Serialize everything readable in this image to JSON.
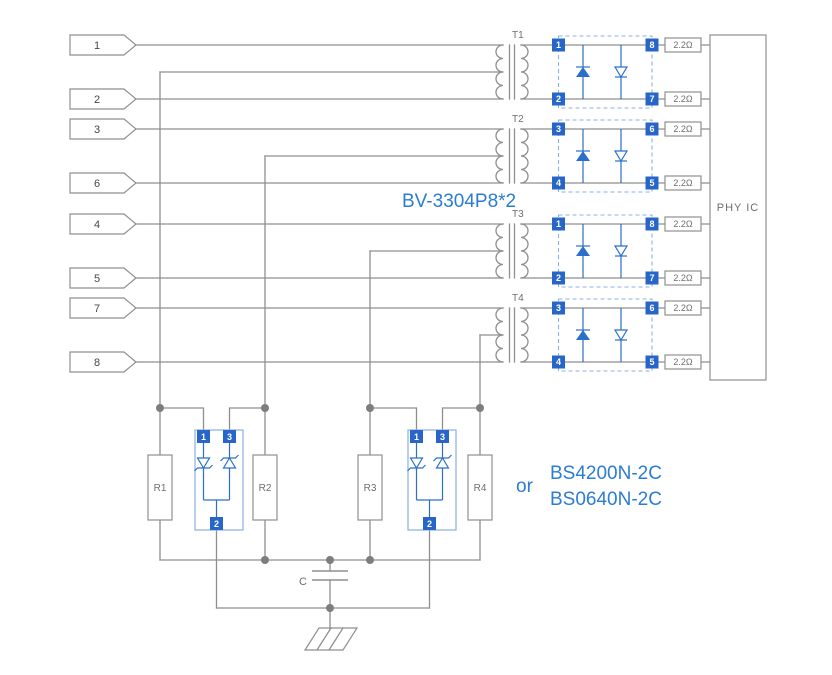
{
  "colors": {
    "accent_blue": "#2a6fc9",
    "part_label_blue": "#2b7cd3",
    "wire_gray": "#8f8f8f",
    "text_gray": "#6e6e6e"
  },
  "connector": {
    "pins": [
      "1",
      "2",
      "3",
      "6",
      "4",
      "5",
      "7",
      "8"
    ]
  },
  "transformers": [
    "T1",
    "T2",
    "T3",
    "T4"
  ],
  "diode_array": {
    "part_label": "BV-3304P8*2",
    "boxes": [
      {
        "left_pins": [
          "1",
          "2"
        ],
        "right_pins": [
          "8",
          "7"
        ]
      },
      {
        "left_pins": [
          "3",
          "4"
        ],
        "right_pins": [
          "6",
          "5"
        ]
      },
      {
        "left_pins": [
          "1",
          "2"
        ],
        "right_pins": [
          "8",
          "7"
        ]
      },
      {
        "left_pins": [
          "3",
          "4"
        ],
        "right_pins": [
          "6",
          "5"
        ]
      }
    ]
  },
  "series_resistors": [
    "2.2Ω",
    "2.2Ω",
    "2.2Ω",
    "2.2Ω",
    "2.2Ω",
    "2.2Ω",
    "2.2Ω",
    "2.2Ω"
  ],
  "phy": {
    "label": "PHY IC"
  },
  "termination_resistors": [
    "R1",
    "R2",
    "R3",
    "R4"
  ],
  "tvs": {
    "or_label": "or",
    "part_numbers": [
      "BS4200N-2C",
      "BS0640N-2C"
    ],
    "boxes": [
      {
        "top_pins": [
          "1",
          "3"
        ],
        "bottom_pin": "2"
      },
      {
        "top_pins": [
          "1",
          "3"
        ],
        "bottom_pin": "2"
      }
    ]
  },
  "capacitor": {
    "label": "C"
  }
}
